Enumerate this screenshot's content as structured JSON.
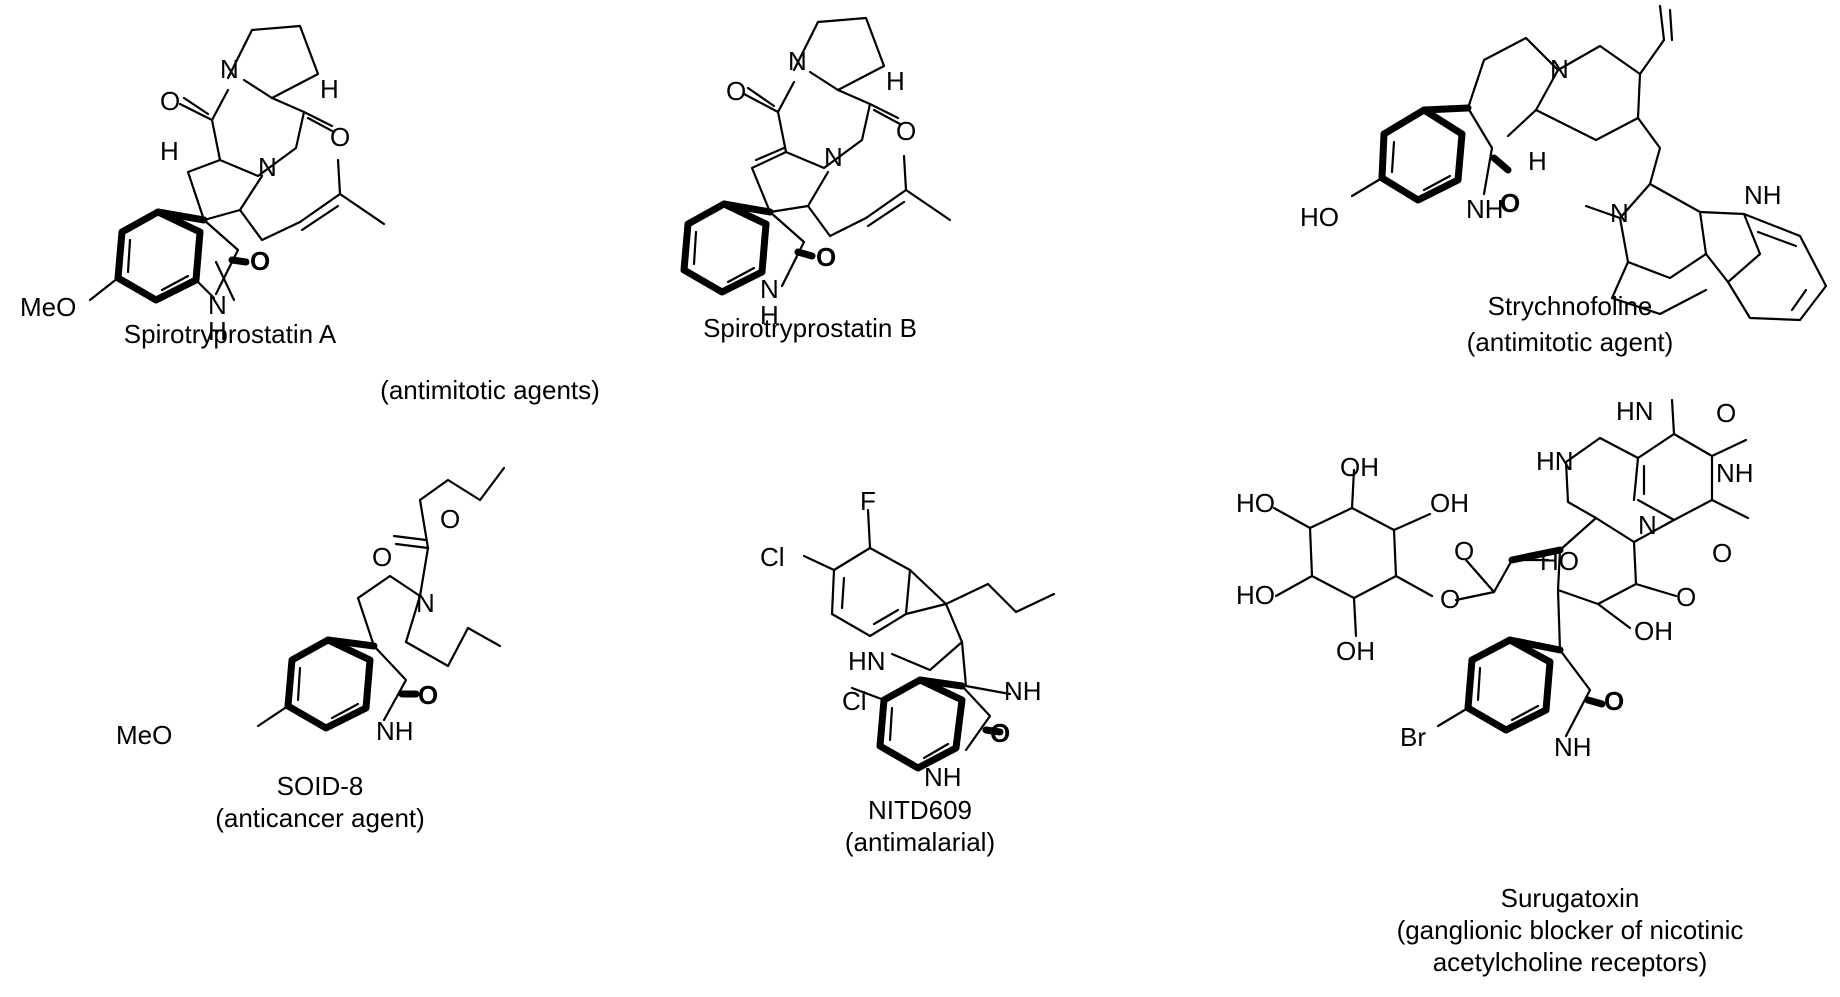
{
  "compounds": [
    {
      "name": "Spirotryprostatin A"
    },
    {
      "name": "Spirotryprostatin B"
    },
    {
      "name": "Strychnofoline",
      "activity": "(antimitotic agent)"
    },
    {
      "name": "SOID-8",
      "activity": "(anticancer agent)"
    },
    {
      "name": "NITD609",
      "activity": "(antimalarial)"
    },
    {
      "name": "Surugatoxin",
      "activity_line1": "(ganglionic blocker of nicotinic",
      "activity_line2": "acetylcholine receptors)"
    }
  ],
  "group_caption": "(antimitotic agents)",
  "atoms": {
    "N": "N",
    "NH": "NH",
    "HN": "HN",
    "H": "H",
    "O": "O",
    "MeO": "MeO",
    "HO": "HO",
    "OH": "OH",
    "F": "F",
    "Cl": "Cl",
    "Br": "Br"
  }
}
